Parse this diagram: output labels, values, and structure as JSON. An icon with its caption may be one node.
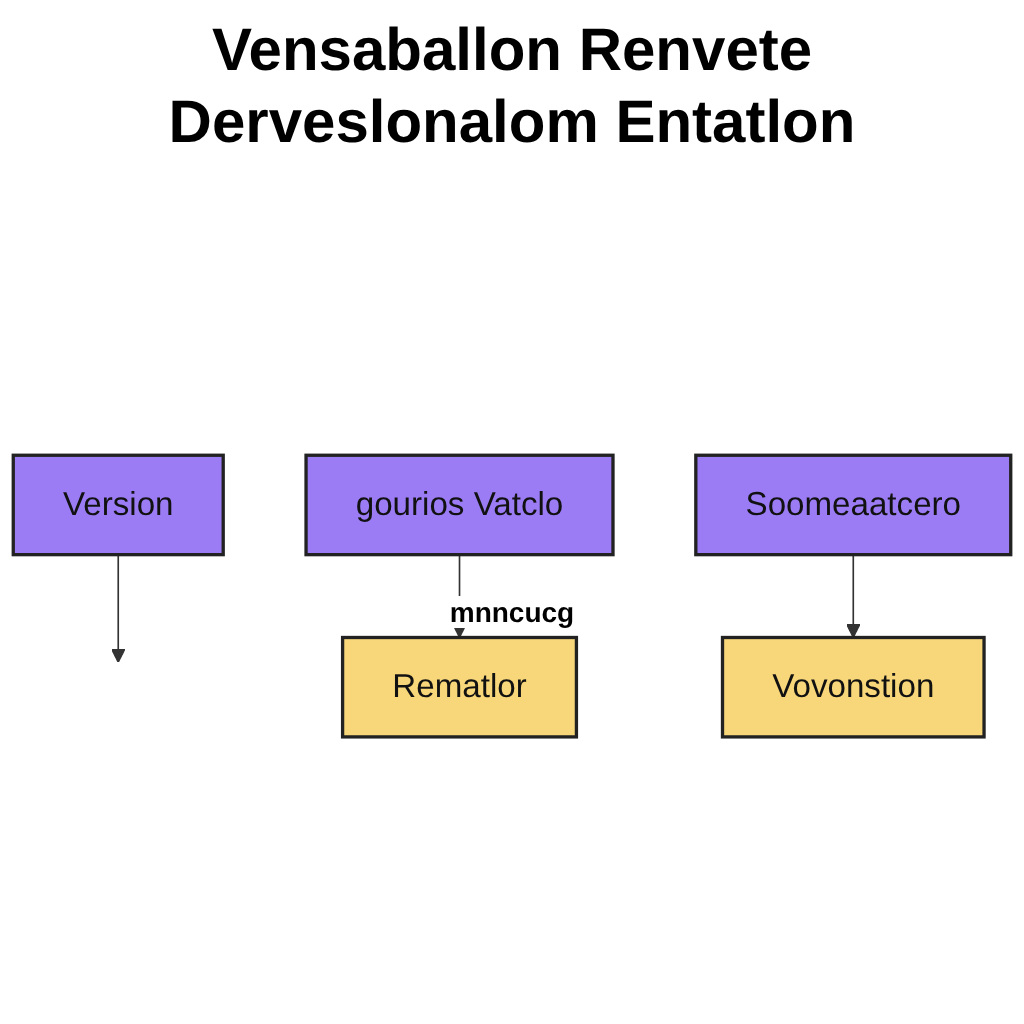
{
  "diagram": {
    "title": "Vensaballon Renvete Derveslonalom Entatlon",
    "nodes": [
      {
        "text": [
          "Version"
        ]
      },
      {
        "text": [
          "gourios Vatclo"
        ]
      },
      {
        "text": [
          "Soomeaatcero"
        ]
      },
      {
        "text": [
          "Rematlor"
        ]
      },
      {
        "text": [
          "Vovonstion"
        ]
      }
    ],
    "edges": [
      {
        "from": 0,
        "to": null,
        "arrow": "to"
      },
      {
        "from": 1,
        "to": 3,
        "arrow": "to"
      },
      {
        "from": 2,
        "to": 4,
        "arrow": "to"
      }
    ],
    "labels": [
      "mnncucg"
    ]
  }
}
